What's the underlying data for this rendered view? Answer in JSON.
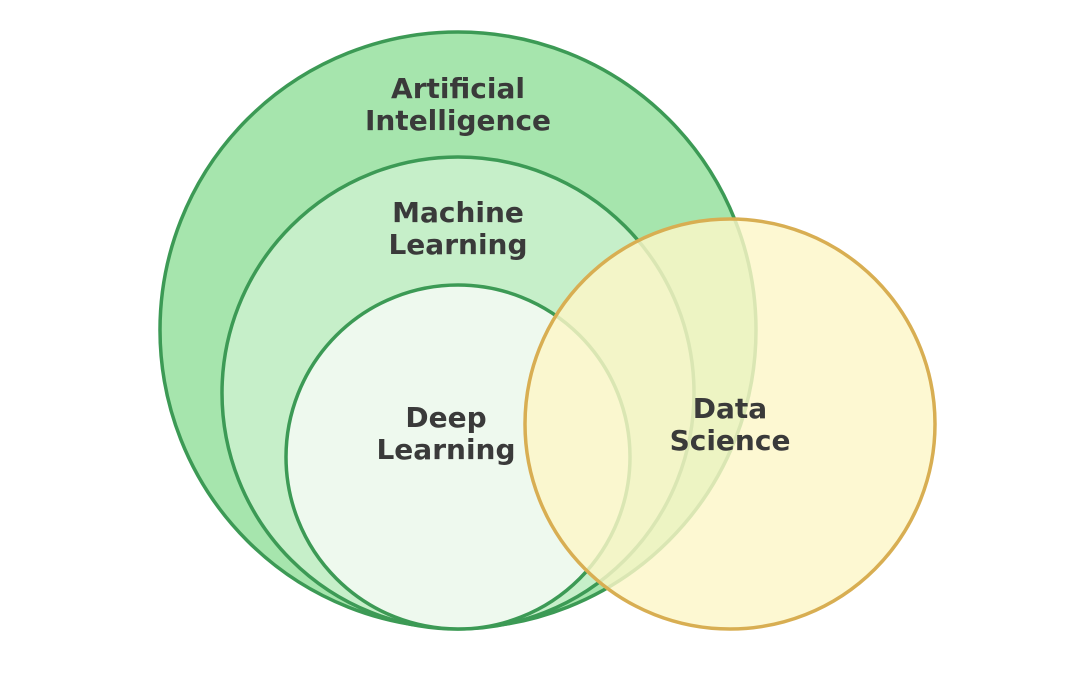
{
  "diagram": {
    "type": "venn-nested",
    "circles": {
      "artificial_intelligence": {
        "line1": "Artificial",
        "line2": "Intelligence",
        "fill": "#a6e5ad",
        "stroke": "#3c9a55"
      },
      "machine_learning": {
        "line1": "Machine",
        "line2": "Learning",
        "fill": "#c6efc9",
        "stroke": "#3c9a55"
      },
      "deep_learning": {
        "line1": "Deep",
        "line2": "Learning",
        "fill": "#eef9ee",
        "stroke": "#3c9a55"
      },
      "data_science": {
        "line1": "Data",
        "line2": "Science",
        "fill": "#fdf6c8",
        "stroke": "#d8ae52"
      }
    }
  }
}
